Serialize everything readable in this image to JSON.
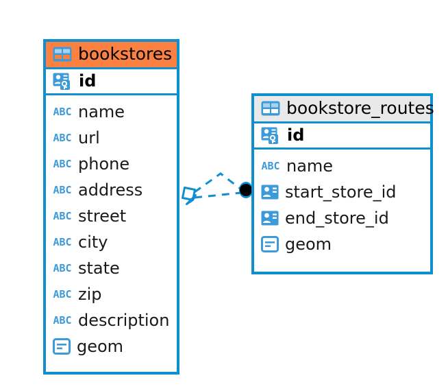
{
  "diagram": {
    "type": "er-diagram",
    "background_color": "#ffffff",
    "accent_color": "#0f8ed0",
    "highlight_color": "#fa8142",
    "header_gray": "#e9e9e9",
    "entities": [
      {
        "name": "bookstores",
        "header_style": "orange",
        "table_icon": "table-icon",
        "primary_key": {
          "label": "id",
          "icon": "primary-key-icon"
        },
        "fields": [
          {
            "label": "name",
            "icon": "abc-icon",
            "type": "text"
          },
          {
            "label": "url",
            "icon": "abc-icon",
            "type": "text"
          },
          {
            "label": "phone",
            "icon": "abc-icon",
            "type": "text"
          },
          {
            "label": "address",
            "icon": "abc-icon",
            "type": "text"
          },
          {
            "label": "street",
            "icon": "abc-icon",
            "type": "text"
          },
          {
            "label": "city",
            "icon": "abc-icon",
            "type": "text"
          },
          {
            "label": "state",
            "icon": "abc-icon",
            "type": "text"
          },
          {
            "label": "zip",
            "icon": "abc-icon",
            "type": "text"
          },
          {
            "label": "description",
            "icon": "abc-icon",
            "type": "text"
          },
          {
            "label": "geom",
            "icon": "geometry-icon",
            "type": "geometry"
          }
        ]
      },
      {
        "name": "bookstore_routes",
        "header_style": "gray",
        "table_icon": "table-icon",
        "primary_key": {
          "label": "id",
          "icon": "primary-key-icon"
        },
        "fields": [
          {
            "label": "name",
            "icon": "abc-icon",
            "type": "text"
          },
          {
            "label": "start_store_id",
            "icon": "foreign-key-icon",
            "type": "relation"
          },
          {
            "label": "end_store_id",
            "icon": "foreign-key-icon",
            "type": "relation"
          },
          {
            "label": "geom",
            "icon": "geometry-icon",
            "type": "geometry"
          }
        ]
      }
    ],
    "relationship": {
      "from": "bookstores",
      "to": "bookstore_routes",
      "line_style": "dashed",
      "line_color": "#0f8ed0",
      "source_marker": "open-diamond-marker",
      "target_marker": "filled-circle-marker",
      "target_marker_color": "#000000"
    }
  },
  "abc_glyph": "ABC"
}
